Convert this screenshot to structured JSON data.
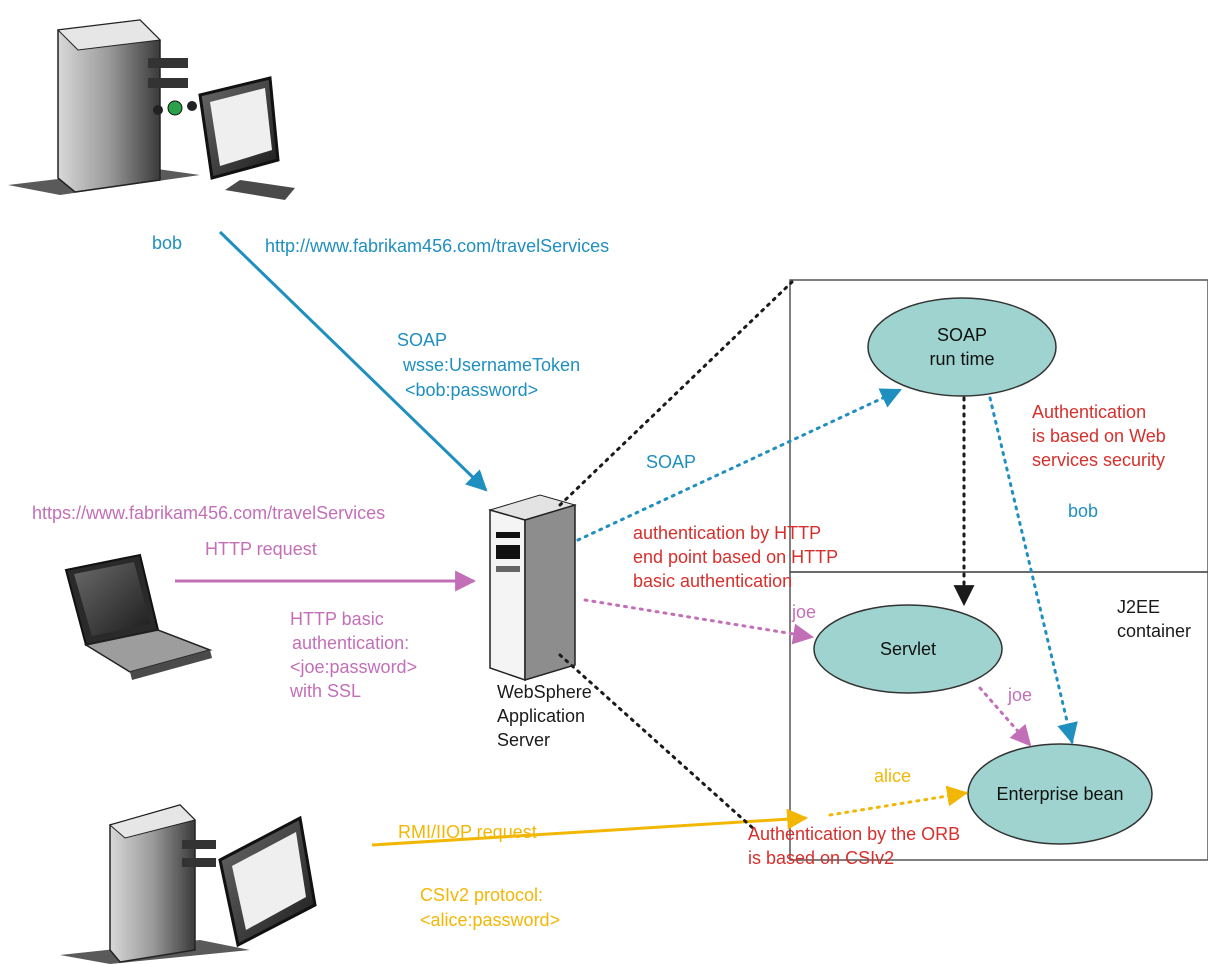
{
  "clients": {
    "bob": {
      "user": "bob",
      "url": "http://www.fabrikam456.com/travelServices",
      "protocol": "SOAP",
      "token": "wsse:UsernameToken",
      "credential": "<bob:password>"
    },
    "joe": {
      "url": "https://www.fabrikam456.com/travelServices",
      "request": "HTTP request",
      "auth_line1": "HTTP basic",
      "auth_line2": "authentication:",
      "credential": "<joe:password>",
      "ssl": "with SSL"
    },
    "alice": {
      "request": "RMI/IIOP request",
      "protocol": "CSIv2 protocol:",
      "credential": "<alice:password>"
    }
  },
  "server": {
    "line1": "WebSphere",
    "line2": "Application",
    "line3": "Server"
  },
  "container": {
    "line1": "J2EE",
    "line2": "container"
  },
  "nodes": {
    "soap_runtime": {
      "line1": "SOAP",
      "line2": "run time"
    },
    "servlet": "Servlet",
    "enterprise_bean": "Enterprise bean"
  },
  "notes": {
    "soap_arrow": "SOAP",
    "ws_security": [
      "Authentication",
      "is based on Web",
      "services security"
    ],
    "bob_identity": "bob",
    "http_auth": [
      "authentication by HTTP",
      "end point based on HTTP",
      "basic authentication"
    ],
    "joe_identity_1": "joe",
    "joe_identity_2": "joe",
    "alice_identity": "alice",
    "orb_auth": [
      "Authentication by the ORB",
      "is based on CSIv2"
    ]
  },
  "colors": {
    "soap": "#1f8fbf",
    "http": "#c36fb8",
    "rmi": "#f2b705",
    "auth_note": "#d6302d",
    "ellipse_fill": "#9ed3cf"
  }
}
